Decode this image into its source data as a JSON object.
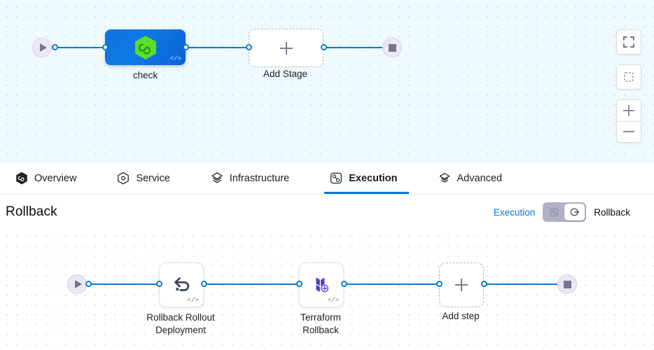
{
  "colors": {
    "accent_blue": "#0278d5",
    "edge_blue": "#0b7ad1",
    "stage_card_blue": "#0e7ae6",
    "harness_green": "#5ddd28",
    "terminal_lavender": "#e9e8f3",
    "top_canvas_bg": "#effaff",
    "bottom_canvas_bg": "#ffffff",
    "toggle_track": "#b0b1c4",
    "terraform_purple": "#5c35cb"
  },
  "stage_canvas": {
    "start_node": {
      "icon": "play-icon"
    },
    "end_node": {
      "icon": "stop-square-icon"
    },
    "stages": [
      {
        "label": "check",
        "icon": "harness-hexagon-icon",
        "code_badge": "</>"
      }
    ],
    "add_stage": {
      "label": "Add Stage",
      "icon": "plus-icon"
    },
    "controls": [
      {
        "name": "fit-to-screen-button",
        "icon": "expand-corners-icon"
      },
      {
        "name": "select-area-button",
        "icon": "dashed-square-icon"
      },
      {
        "name": "zoom-in-button",
        "icon": "plus-icon"
      },
      {
        "name": "zoom-out-button",
        "icon": "minus-icon"
      }
    ]
  },
  "tabs": [
    {
      "label": "Overview",
      "icon": "harness-hexagon-filled-icon",
      "active": false
    },
    {
      "label": "Service",
      "icon": "service-hexagon-icon",
      "active": false
    },
    {
      "label": "Infrastructure",
      "icon": "infrastructure-layers-icon",
      "active": false
    },
    {
      "label": "Execution",
      "icon": "execution-nodes-icon",
      "active": true
    },
    {
      "label": "Advanced",
      "icon": "advanced-layers-icon",
      "active": false
    }
  ],
  "rollback_section": {
    "title": "Rollback",
    "toggle": {
      "left_label": "Execution",
      "right_label": "Rollback",
      "left_icon": "execution-nodes-icon",
      "right_icon": "rollback-arrow-icon",
      "selected": "Rollback"
    }
  },
  "rollback_canvas": {
    "start_node": {
      "icon": "play-icon"
    },
    "end_node": {
      "icon": "stop-square-icon"
    },
    "steps": [
      {
        "label_line1": "Rollback Rollout",
        "label_line2": "Deployment",
        "icon": "rollback-undo-arrow-icon",
        "code_badge": "</>"
      },
      {
        "label_line1": "Terraform",
        "label_line2": "Rollback",
        "icon": "terraform-rollback-icon",
        "code_badge": "</>"
      }
    ],
    "add_step": {
      "label": "Add step",
      "icon": "plus-icon"
    }
  }
}
